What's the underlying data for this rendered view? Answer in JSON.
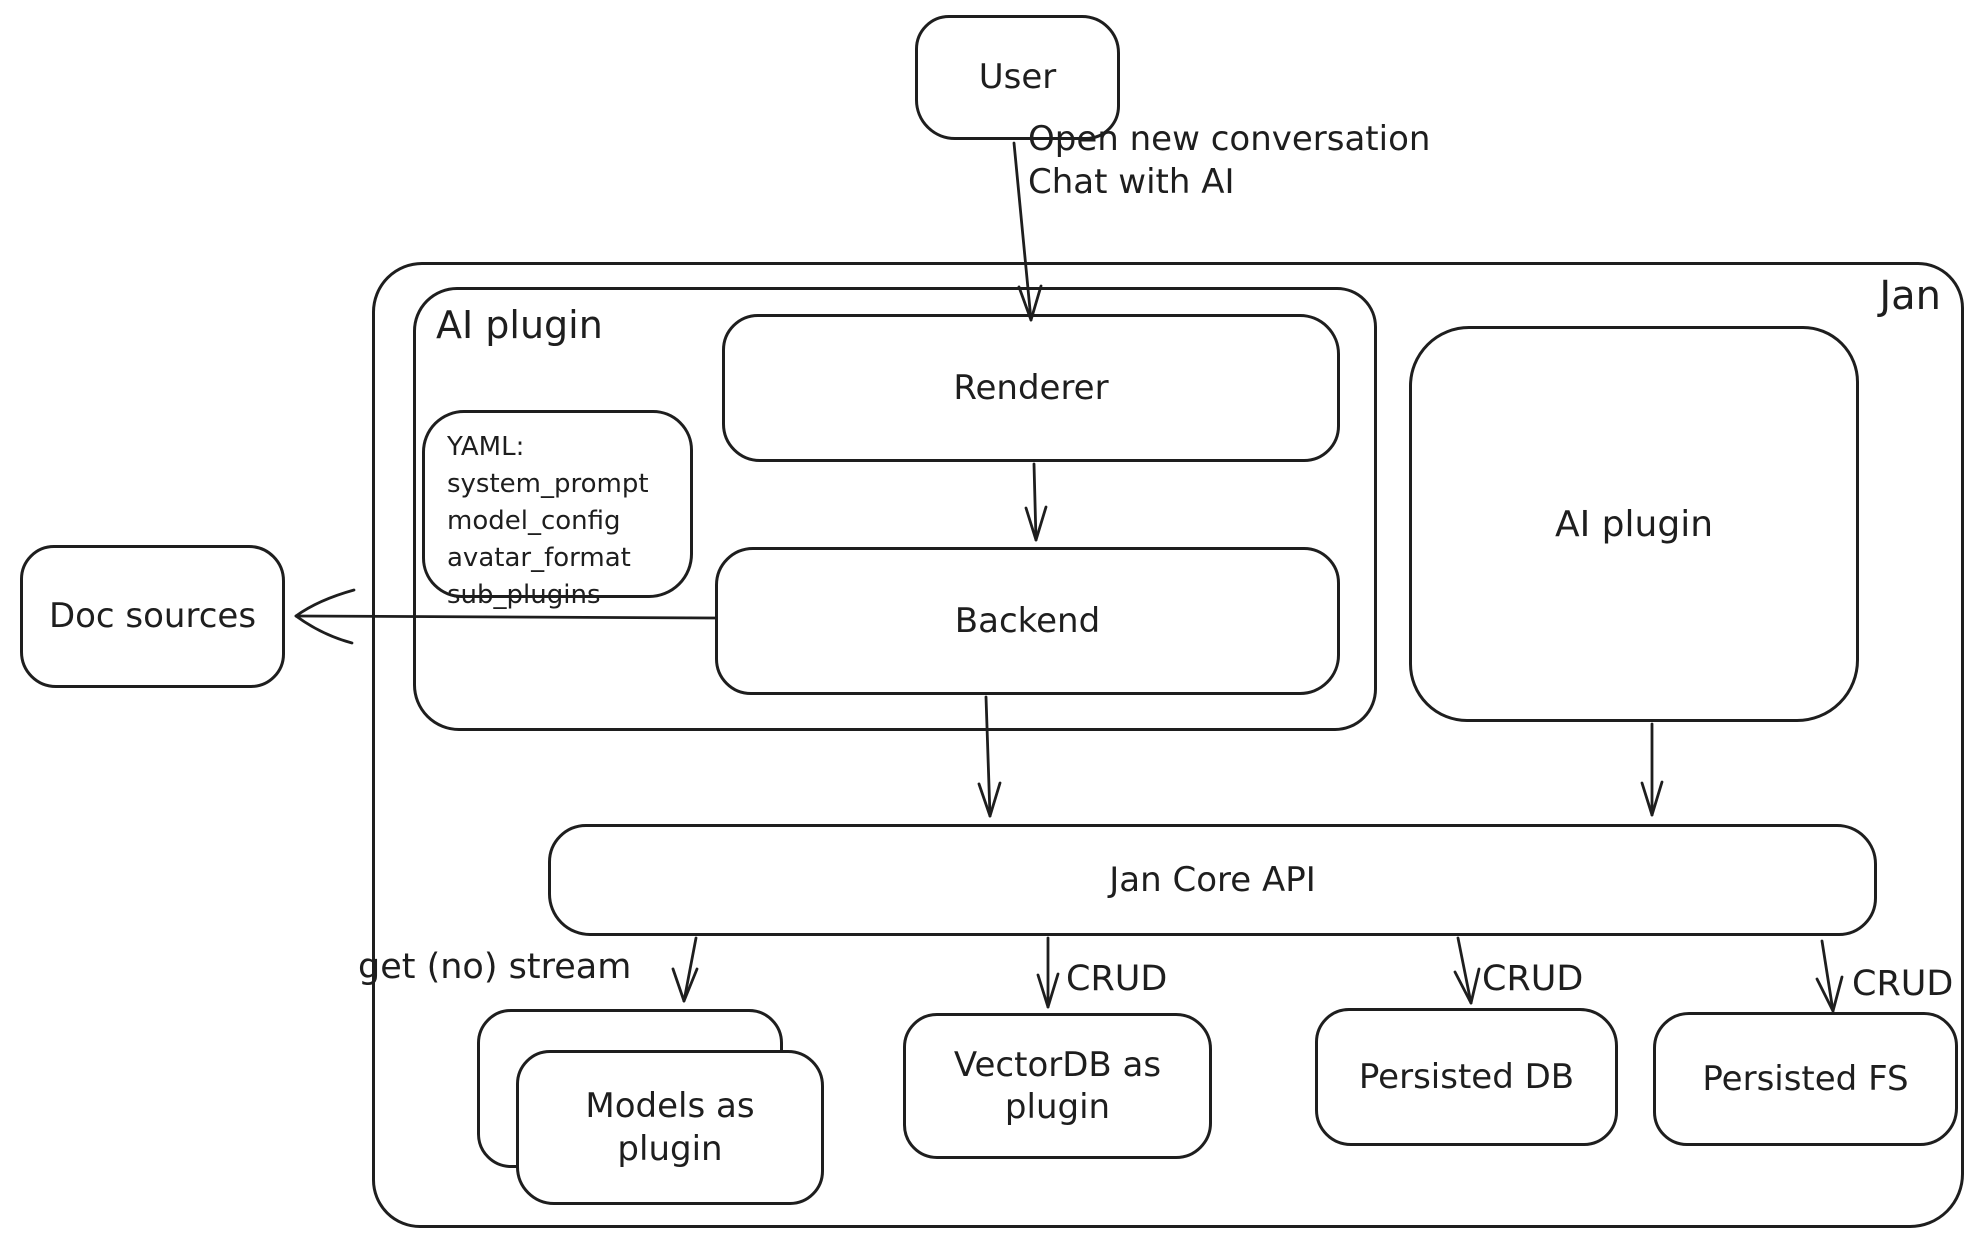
{
  "canvas": {
    "background": "#ffffff",
    "stroke_color": "#1e1e1e"
  },
  "nodes": {
    "user": {
      "label": "User"
    },
    "jan": {
      "label": "Jan"
    },
    "ai_plugin_group": {
      "label": "AI plugin"
    },
    "renderer": {
      "label": "Renderer"
    },
    "backend": {
      "label": "Backend"
    },
    "yaml_note": {
      "lines": [
        "YAML:",
        "system_prompt",
        "model_config",
        "avatar_format",
        "sub_plugins"
      ]
    },
    "ai_plugin_right": {
      "label": "AI plugin"
    },
    "doc_sources": {
      "label": "Doc sources"
    },
    "jan_core_api": {
      "label": "Jan Core API"
    },
    "models_plugin": {
      "label": "Models as\nplugin"
    },
    "vectordb_plugin": {
      "label": "VectorDB as\nplugin"
    },
    "persisted_db": {
      "label": "Persisted DB"
    },
    "persisted_fs": {
      "label": "Persisted FS"
    }
  },
  "edge_labels": {
    "user_to_renderer": "Open new conversation\nChat with AI",
    "core_to_models": "get (no) stream",
    "core_to_vectordb": "CRUD",
    "core_to_persisted_db": "CRUD",
    "core_to_persisted_fs": "CRUD"
  }
}
